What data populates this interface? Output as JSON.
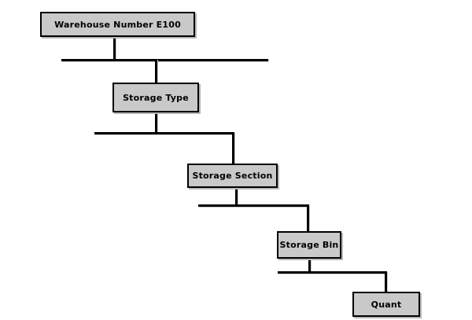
{
  "colors": {
    "background": "#ffffff",
    "box_fill": "#c9c9c9",
    "box_border": "#000000",
    "connector": "#000000",
    "text": "#000000"
  },
  "nodes": {
    "warehouse": {
      "label": "Warehouse Number E100",
      "level": 1
    },
    "storage_type": {
      "label": "Storage Type",
      "level": 2
    },
    "storage_section": {
      "label": "Storage Section",
      "level": 3
    },
    "storage_bin": {
      "label": "Storage Bin",
      "level": 4
    },
    "quant": {
      "label": "Quant",
      "level": 5
    }
  }
}
